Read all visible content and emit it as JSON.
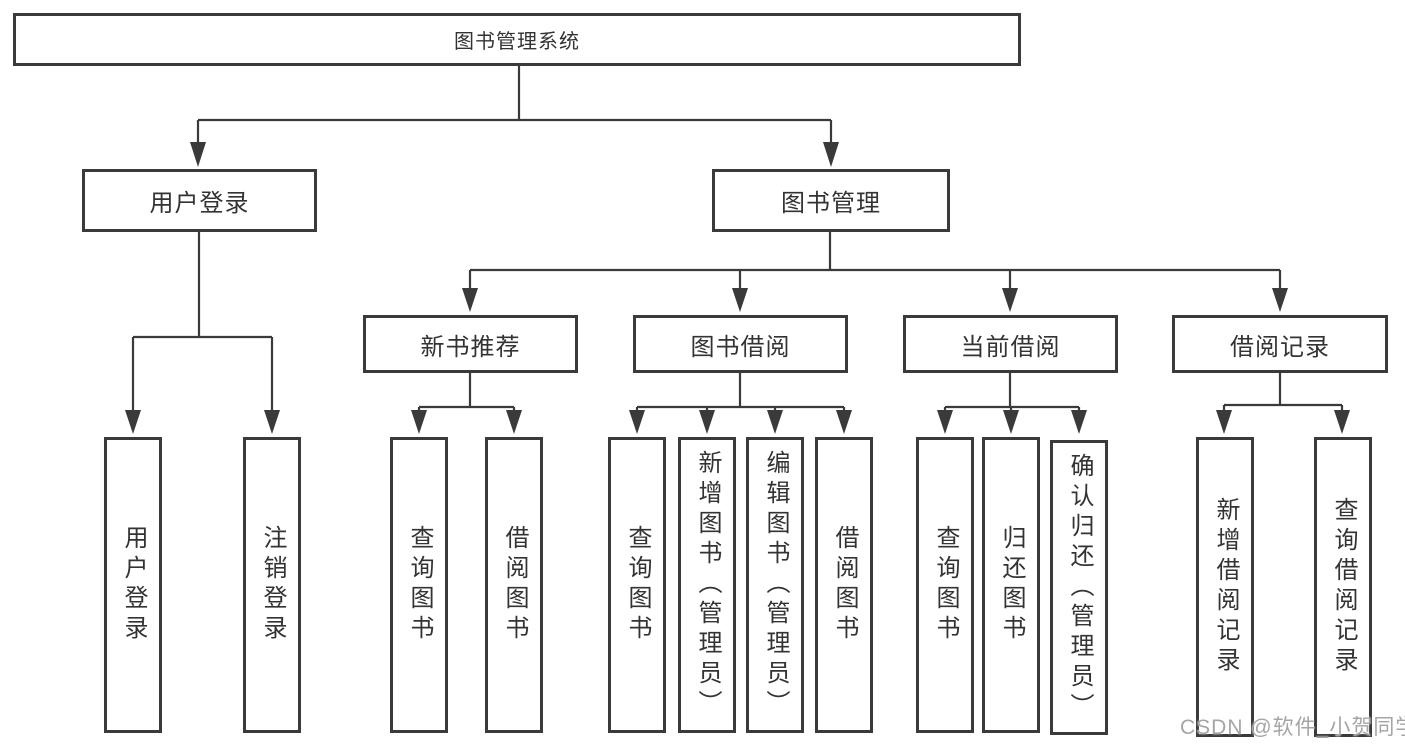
{
  "tree": {
    "root": "图书管理系统",
    "level1": [
      "用户登录",
      "图书管理"
    ],
    "level2": [
      "新书推荐",
      "图书借阅",
      "当前借阅",
      "借阅记录"
    ],
    "leaves_login": [
      "用户登录",
      "注销登录"
    ],
    "leaves_newbook": [
      "查询图书",
      "借阅图书"
    ],
    "leaves_borrow": [
      "查询图书",
      "新增图书（管理员）",
      "编辑图书（管理员）",
      "借阅图书"
    ],
    "leaves_current": [
      "查询图书",
      "归还图书",
      "确认归还（管理员）"
    ],
    "leaves_records": [
      "新增借阅记录",
      "查询借阅记录"
    ]
  },
  "watermark": "CSDN @软件_小贺同学",
  "colors": {
    "line": "#3a3a3a",
    "text": "#333333",
    "box_background": "#ffffff",
    "watermark": "#a5a5a5",
    "background": "#ffffff"
  }
}
